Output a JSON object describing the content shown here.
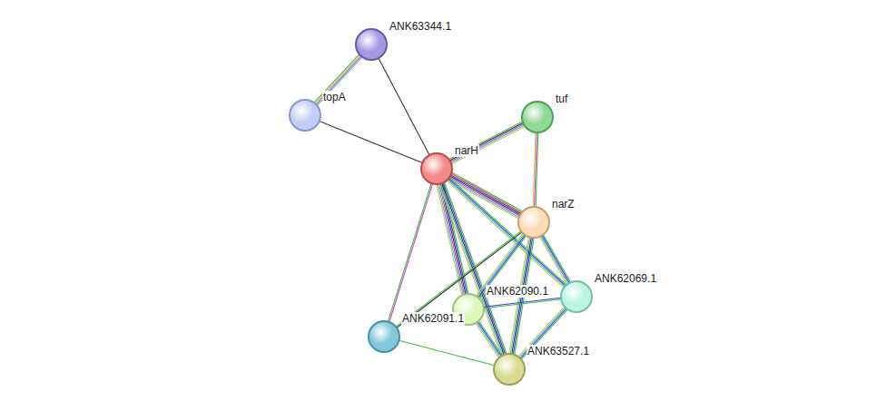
{
  "diagram": {
    "nodes": [
      {
        "text": [
          "ANK63344.1"
        ]
      },
      {
        "text": [
          "topA"
        ]
      },
      {
        "text": [
          "tuf"
        ]
      },
      {
        "text": [
          "narH"
        ]
      },
      {
        "text": [
          "narZ"
        ]
      },
      {
        "text": [
          "ANK62069.1"
        ]
      },
      {
        "text": [
          "ANK62090.1"
        ]
      },
      {
        "text": [
          "ANK62091.1"
        ]
      },
      {
        "text": [
          "ANK63527.1"
        ]
      }
    ],
    "edges": [
      {
        "from": 0,
        "to": 1,
        "arrow": "none"
      },
      {
        "from": 0,
        "to": 3,
        "arrow": "none"
      },
      {
        "from": 1,
        "to": 3,
        "arrow": "none"
      },
      {
        "from": 3,
        "to": 2,
        "arrow": "none"
      },
      {
        "from": 3,
        "to": 4,
        "arrow": "none"
      },
      {
        "from": 3,
        "to": 6,
        "arrow": "none"
      },
      {
        "from": 3,
        "to": 8,
        "arrow": "none"
      },
      {
        "from": 3,
        "to": 5,
        "arrow": "none"
      },
      {
        "from": 3,
        "to": 7,
        "arrow": "none"
      },
      {
        "from": 2,
        "to": 4,
        "arrow": "none"
      },
      {
        "from": 4,
        "to": 7,
        "arrow": "none"
      },
      {
        "from": 4,
        "to": 6,
        "arrow": "none"
      },
      {
        "from": 4,
        "to": 8,
        "arrow": "none"
      },
      {
        "from": 4,
        "to": 5,
        "arrow": "none"
      },
      {
        "from": 6,
        "to": 5,
        "arrow": "none"
      },
      {
        "from": 6,
        "to": 8,
        "arrow": "none"
      },
      {
        "from": 5,
        "to": 8,
        "arrow": "none"
      },
      {
        "from": 7,
        "to": 8,
        "arrow": "none"
      }
    ]
  }
}
